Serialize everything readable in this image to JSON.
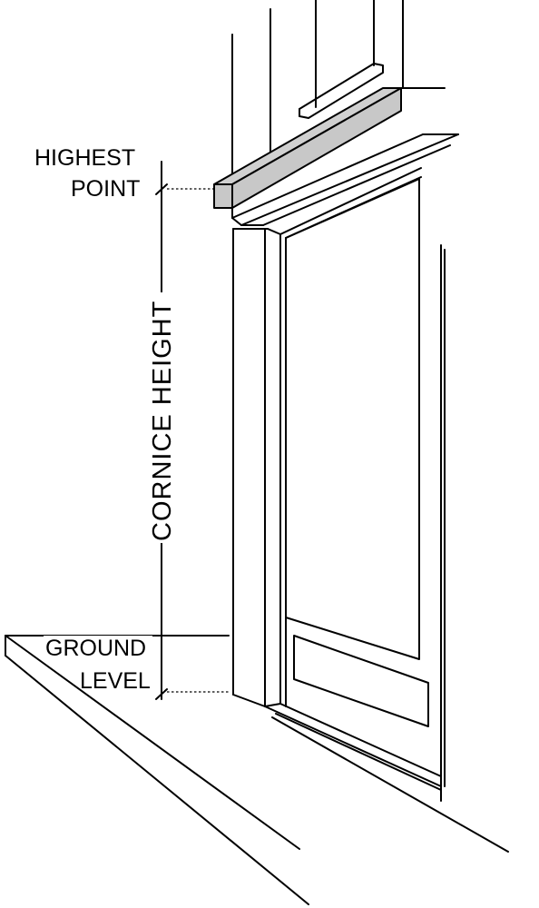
{
  "labels": {
    "highest_line1": "HIGHEST",
    "highest_line2": "POINT",
    "dimension": "CORNICE HEIGHT",
    "ground_line1": "GROUND",
    "ground_line2": "LEVEL"
  },
  "colors": {
    "line": "#000000",
    "cornice_fill": "#c8c8c8",
    "background": "#ffffff"
  }
}
